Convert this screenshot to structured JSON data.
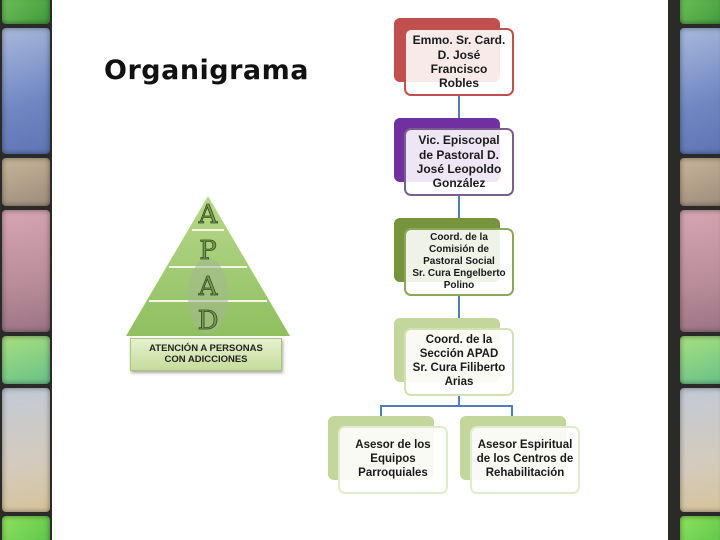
{
  "title": "Organigrama",
  "logo": {
    "letters": [
      "A",
      "P",
      "A",
      "D"
    ],
    "caption": "ATENCIÓN A PERSONAS\nCON ADICCIONES"
  },
  "org_chart": {
    "nodes": [
      {
        "id": "cardenal",
        "text": "Emmo. Sr. Card.\nD. José\nFrancisco\nRobles",
        "color": "#c0504d"
      },
      {
        "id": "vicario",
        "text": "Vic. Episcopal\nde Pastoral D.\nJosé Leopoldo\nGonzález",
        "color": "#7030a0"
      },
      {
        "id": "coord-comision",
        "text": "Coord. de la\nComisión de\nPastoral Social\nSr. Cura Engelberto\nPolino",
        "color": "#77933c"
      },
      {
        "id": "coord-apad",
        "text": "Coord. de la\nSección APAD\nSr. Cura Filiberto\nArias",
        "color": "#c3d69b"
      },
      {
        "id": "asesor-equipos",
        "text": "Asesor de los\nEquipos\nParroquiales",
        "color": "#c3d69b"
      },
      {
        "id": "asesor-centros",
        "text": "Asesor Espiritual\nde los Centros de\nRehabilitación",
        "color": "#c3d69b"
      }
    ],
    "connector_color": "#4f7db8"
  }
}
